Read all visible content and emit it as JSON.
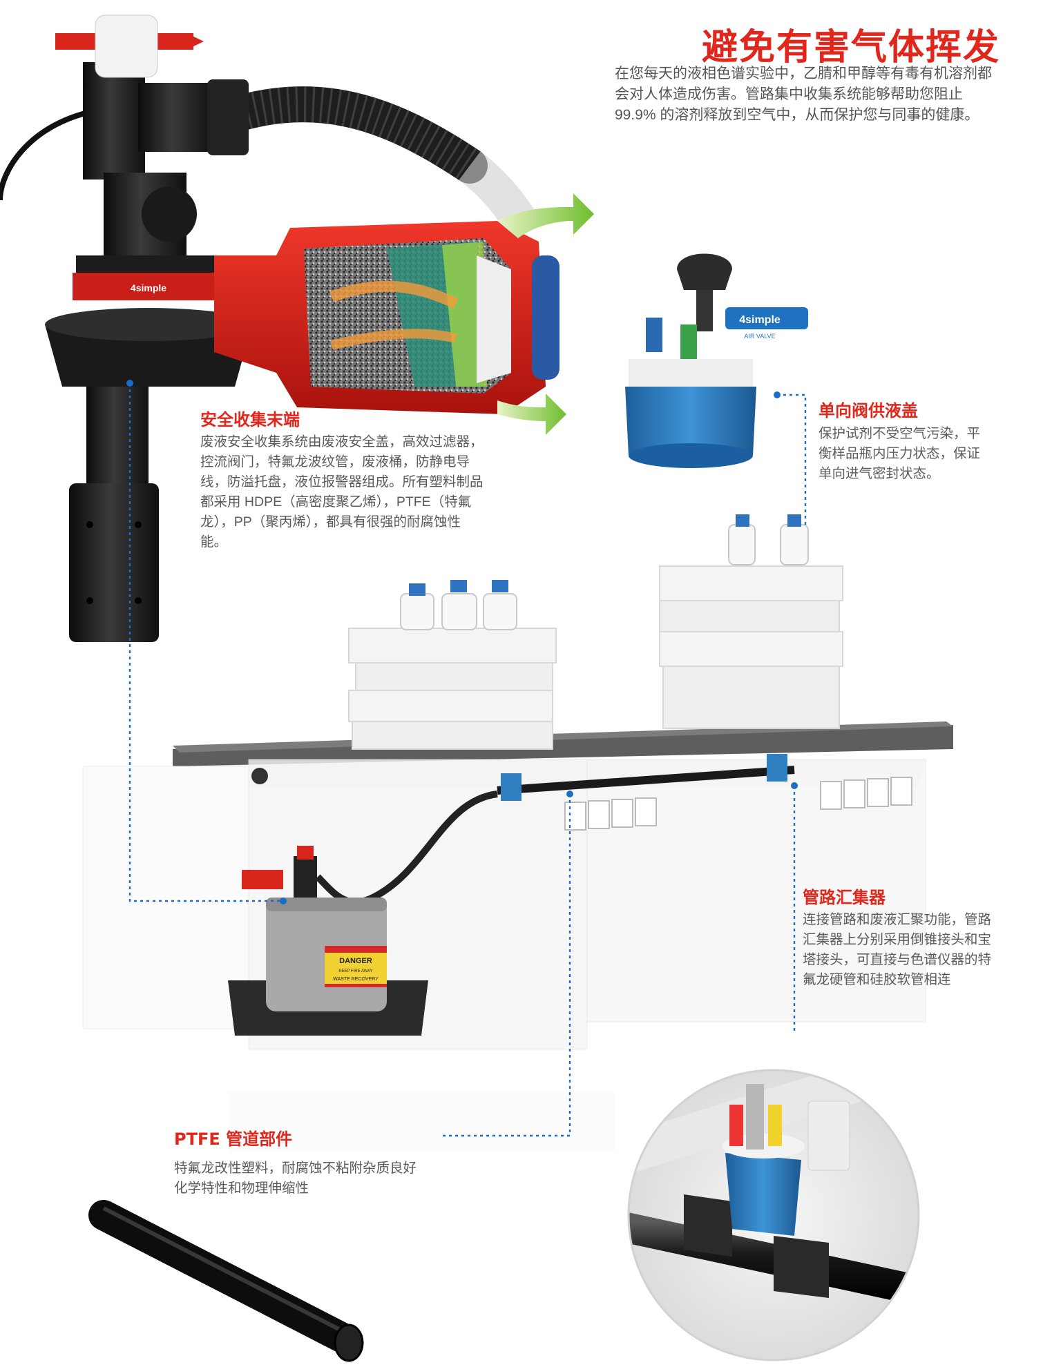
{
  "colors": {
    "accent": "#e1261c",
    "guide": "#1a6fc4",
    "valve_blue": "#2f7fc1",
    "dark": "#1d1d1d"
  },
  "header": {
    "title": "避免有害气体挥发",
    "intro": "在您每天的液相色谱实验中，乙腈和甲醇等有毒有机溶剂都会对人体造成伤害。管路集中收集系统能够帮助您阻止99.9% 的溶剂释放到空气中，从而保护您与同事的健康。"
  },
  "sections": {
    "safety_terminal": {
      "title": "安全收集末端",
      "body": "废液安全收集系统由废液安全盖，高效过滤器，控流阀门，特氟龙波纹管，废液桶，防静电导线，防溢托盘，液位报警器组成。所有塑料制品都采用 HDPE（高密度聚乙烯），PTFE（特氟龙），PP（聚丙烯），都具有很强的耐腐蚀性能。"
    },
    "check_valve_cap": {
      "title": "单向阀供液盖",
      "body": "保护试剂不受空气污染，平衡样品瓶内压力状态，保证单向进气密封状态。"
    },
    "manifold": {
      "title": "管路汇集器",
      "body": "连接管路和废液汇聚功能，管路汇集器上分别采用倒锥接头和宝塔接头，可直接与色谱仪器的特氟龙硬管和硅胶软管相连"
    },
    "ptfe_parts": {
      "title": "PTFE 管道部件",
      "body": "特氟龙改性塑料，耐腐蚀不粘附杂质良好化学特性和物理伸缩性"
    }
  },
  "labels": {
    "brand": "4simple",
    "air_valve": "AIR VALVE",
    "danger": "DANGER",
    "keep_away": "KEEP FIRE AWAY",
    "waste_recovery": "WASTE RECOVERY"
  }
}
